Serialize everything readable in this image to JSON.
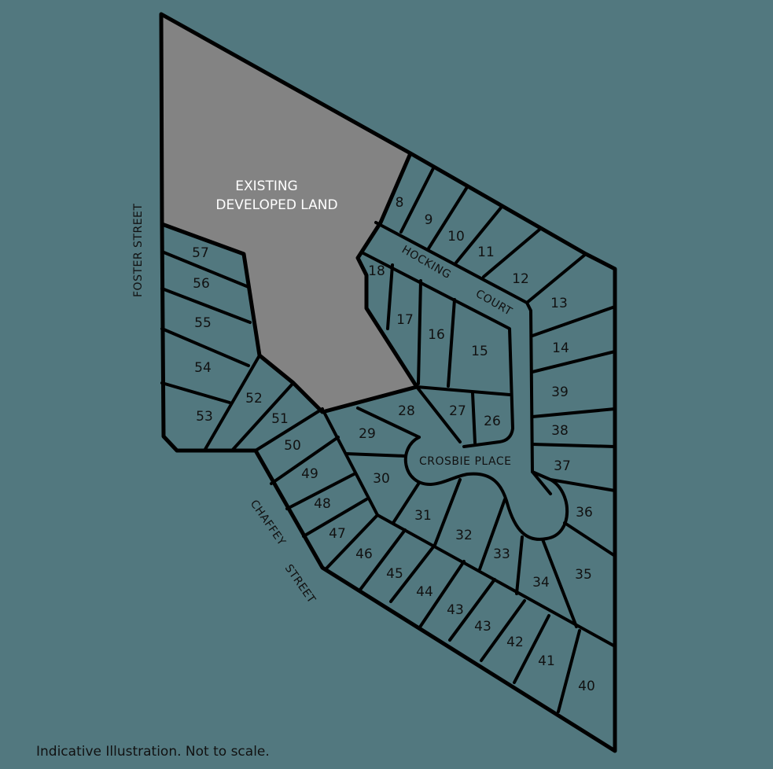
{
  "colors": {
    "background": "#52787f",
    "developed_land": "#838383",
    "boundary": "#000000",
    "label_dark": "#111111",
    "label_light": "#ffffff"
  },
  "developed_land": {
    "line1": "EXISTING",
    "line2": "DEVELOPED LAND"
  },
  "streets": {
    "foster": "FOSTER STREET",
    "chaffey_1": "CHAFFEY",
    "chaffey_2": "STREET",
    "hocking_1": "HOCKING",
    "hocking_2": "COURT",
    "crosbie": "CROSBIE PLACE"
  },
  "lots": {
    "l8": "8",
    "l9": "9",
    "l10": "10",
    "l11": "11",
    "l12": "12",
    "l13": "13",
    "l14": "14",
    "l15": "15",
    "l16": "16",
    "l17": "17",
    "l18": "18",
    "l26": "26",
    "l27": "27",
    "l28": "28",
    "l29": "29",
    "l30": "30",
    "l31": "31",
    "l32": "32",
    "l33": "33",
    "l34": "34",
    "l35": "35",
    "l36": "36",
    "l37": "37",
    "l38": "38",
    "l39": "39",
    "l40": "40",
    "l41": "41",
    "l42": "42",
    "l43a": "43",
    "l43b": "43",
    "l44": "44",
    "l45": "45",
    "l46": "46",
    "l47": "47",
    "l48": "48",
    "l49": "49",
    "l50": "50",
    "l51": "51",
    "l52": "52",
    "l53": "53",
    "l54": "54",
    "l55": "55",
    "l56": "56",
    "l57": "57"
  },
  "footer_note": "Indicative Illustration. Not to scale."
}
